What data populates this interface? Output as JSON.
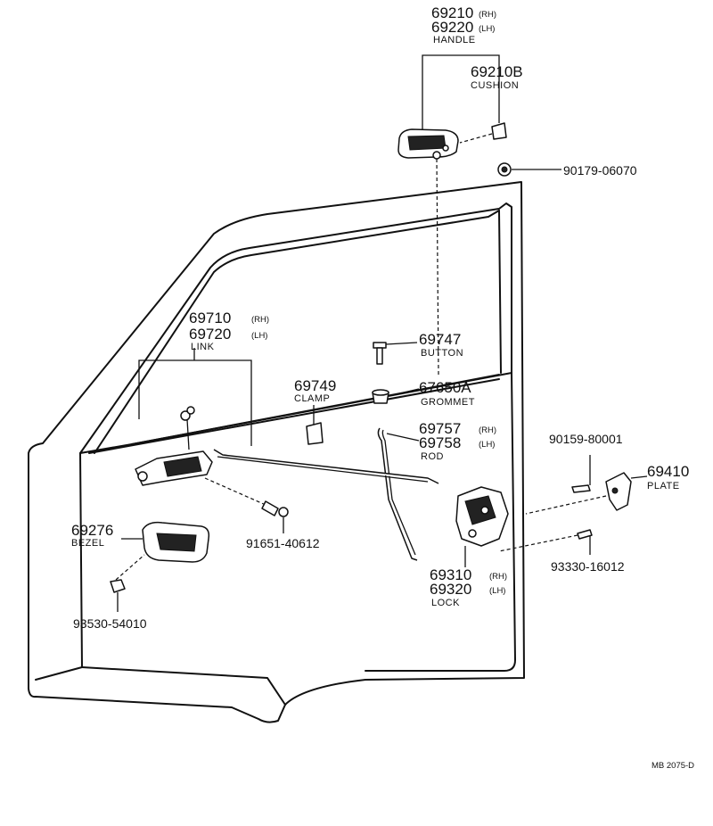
{
  "parts": [
    {
      "id": "handle",
      "numbers": [
        "69210",
        "69220"
      ],
      "variants": [
        "(RH)",
        "(LH)"
      ],
      "name": "HANDLE"
    },
    {
      "id": "cushion",
      "numbers": [
        "69210B"
      ],
      "name": "CUSHION"
    },
    {
      "id": "nut",
      "numbers": [
        "90179-06070"
      ]
    },
    {
      "id": "link",
      "numbers": [
        "69710",
        "69720"
      ],
      "variants": [
        "(RH)",
        "(LH)"
      ],
      "name": "LINK"
    },
    {
      "id": "button",
      "numbers": [
        "69747"
      ],
      "name": "BUTTON"
    },
    {
      "id": "clamp",
      "numbers": [
        "69749"
      ],
      "name": "CLAMP"
    },
    {
      "id": "grommet",
      "numbers": [
        "67650A"
      ],
      "name": "GROMMET"
    },
    {
      "id": "rod",
      "numbers": [
        "69757",
        "69758"
      ],
      "variants": [
        "(RH)",
        "(LH)"
      ],
      "name": "ROD"
    },
    {
      "id": "screw-plate",
      "numbers": [
        "90159-80001"
      ]
    },
    {
      "id": "plate",
      "numbers": [
        "69410"
      ],
      "name": "PLATE"
    },
    {
      "id": "bezel",
      "numbers": [
        "69276"
      ],
      "name": "BEZEL"
    },
    {
      "id": "screw-link",
      "numbers": [
        "91651-40612"
      ]
    },
    {
      "id": "lock",
      "numbers": [
        "69310",
        "69320"
      ],
      "variants": [
        "(RH)",
        "(LH)"
      ],
      "name": "LOCK"
    },
    {
      "id": "screw-lock",
      "numbers": [
        "93330-16012"
      ]
    },
    {
      "id": "screw-bezel",
      "numbers": [
        "93530-54010"
      ]
    }
  ],
  "figure_code": "MB 2075-D"
}
